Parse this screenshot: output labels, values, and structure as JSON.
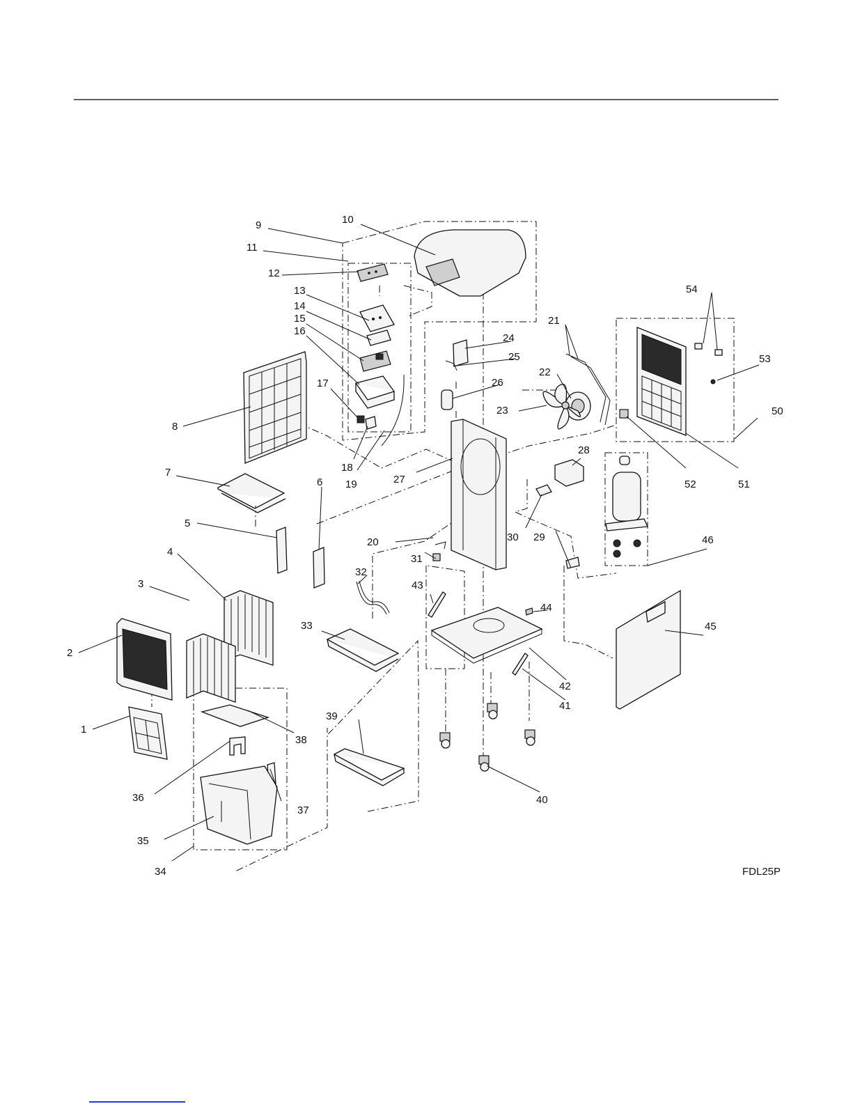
{
  "model": "FDL25P",
  "callouts": [
    {
      "id": "1",
      "text": "1"
    },
    {
      "id": "2",
      "text": "2"
    },
    {
      "id": "3",
      "text": "3"
    },
    {
      "id": "4",
      "text": "4"
    },
    {
      "id": "5",
      "text": "5"
    },
    {
      "id": "6",
      "text": "6"
    },
    {
      "id": "7",
      "text": "7"
    },
    {
      "id": "8",
      "text": "8"
    },
    {
      "id": "9",
      "text": "9"
    },
    {
      "id": "10",
      "text": "10"
    },
    {
      "id": "11",
      "text": "11"
    },
    {
      "id": "12",
      "text": "12"
    },
    {
      "id": "13",
      "text": "13"
    },
    {
      "id": "14",
      "text": "14"
    },
    {
      "id": "15",
      "text": "15"
    },
    {
      "id": "16",
      "text": "16"
    },
    {
      "id": "17",
      "text": "17"
    },
    {
      "id": "18",
      "text": "18"
    },
    {
      "id": "19",
      "text": "19"
    },
    {
      "id": "20",
      "text": "20"
    },
    {
      "id": "21",
      "text": "21"
    },
    {
      "id": "22",
      "text": "22"
    },
    {
      "id": "23",
      "text": "23"
    },
    {
      "id": "24",
      "text": "24"
    },
    {
      "id": "25",
      "text": "25"
    },
    {
      "id": "26",
      "text": "26"
    },
    {
      "id": "27",
      "text": "27"
    },
    {
      "id": "28",
      "text": "28"
    },
    {
      "id": "29",
      "text": "29"
    },
    {
      "id": "30",
      "text": "30"
    },
    {
      "id": "31",
      "text": "31"
    },
    {
      "id": "32",
      "text": "32"
    },
    {
      "id": "33",
      "text": "33"
    },
    {
      "id": "34",
      "text": "34"
    },
    {
      "id": "35",
      "text": "35"
    },
    {
      "id": "36",
      "text": "36"
    },
    {
      "id": "37",
      "text": "37"
    },
    {
      "id": "38",
      "text": "38"
    },
    {
      "id": "39",
      "text": "39"
    },
    {
      "id": "40",
      "text": "40"
    },
    {
      "id": "41",
      "text": "41"
    },
    {
      "id": "42",
      "text": "42"
    },
    {
      "id": "43",
      "text": "43"
    },
    {
      "id": "44",
      "text": "44"
    },
    {
      "id": "45",
      "text": "45"
    },
    {
      "id": "46",
      "text": "46"
    },
    {
      "id": "50",
      "text": "50"
    },
    {
      "id": "51",
      "text": "51"
    },
    {
      "id": "52",
      "text": "52"
    },
    {
      "id": "53",
      "text": "53"
    },
    {
      "id": "54",
      "text": "54"
    }
  ]
}
